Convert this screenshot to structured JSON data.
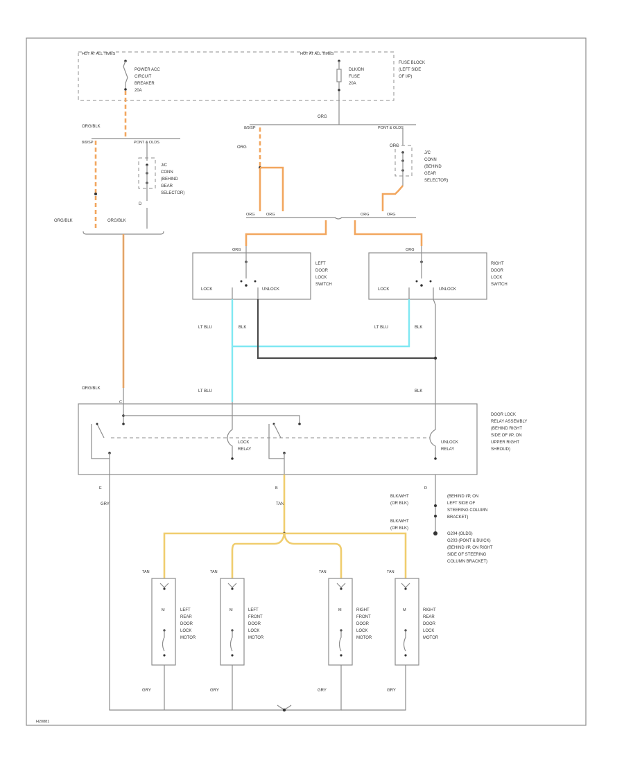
{
  "fuse_block": {
    "hot_left": "HOT AT ALL TIMES",
    "hot_right": "HOT AT ALL TIMES",
    "breaker": [
      "POWER ACC",
      "CIRCUIT",
      "BREAKER",
      "20A"
    ],
    "fuse": [
      "DLK/DN",
      "FUSE",
      "20A"
    ],
    "location": [
      "FUSE BLOCK",
      "(LEFT SIDE",
      "OF I/P)"
    ]
  },
  "left_branch": {
    "wire_orgblk_top": "ORG/BLK",
    "label_8": "8/9/SP",
    "label_pont": "PONT & OLDS",
    "jc": [
      "J/C",
      "CONN",
      "(BEHIND",
      "GEAR",
      "SELECTOR)"
    ],
    "wire_orgblk_left": "ORG/BLK",
    "wire_orgblk_right": "ORG/BLK",
    "pin_d": "D"
  },
  "right_branch": {
    "wire_org_top": "ORG",
    "label_8": "8/9/SP",
    "label_pont": "PONT & OLDS",
    "wire_org_left": "ORG",
    "wire_org_right": "ORG",
    "jc": [
      "J/C",
      "CONN",
      "(BEHIND",
      "GEAR",
      "SELECTOR)"
    ],
    "bus_org_1": "ORG",
    "bus_org_2": "ORG",
    "bus_org_3": "ORG",
    "bus_org_4": "ORG"
  },
  "left_switch": {
    "wire": "ORG",
    "lock": "LOCK",
    "unlock": "UNLOCK",
    "name": [
      "LEFT",
      "DOOR",
      "LOCK",
      "SWITCH"
    ]
  },
  "right_switch": {
    "wire": "ORG",
    "lock": "LOCK",
    "unlock": "UNLOCK",
    "name": [
      "RIGHT",
      "DOOR",
      "LOCK",
      "SWITCH"
    ]
  },
  "wires_mid": {
    "lt_blu_left": "LT BLU",
    "blk_left": "BLK",
    "lt_blu_right": "LT BLU",
    "blk_right": "BLK",
    "org_blk_relay": "ORG/BLK",
    "lt_blu_relay": "LT BLU",
    "blk_relay": "BLK",
    "pin_c": "C"
  },
  "relay": {
    "lock_relay": [
      "LOCK",
      "RELAY"
    ],
    "unlock_relay": [
      "UNLOCK",
      "RELAY"
    ],
    "description": [
      "DOOR LOCK",
      "RELAY ASSEMBLY",
      "(BEHIND RIGHT",
      "SIDE OF I/P, ON",
      "UPPER RIGHT",
      "SHROUD)"
    ],
    "pin_left": "E",
    "pin_mid": "B",
    "pin_right": "D",
    "wire_gry": "GRY",
    "wire_tan": "TAN"
  },
  "ground": {
    "wire1": [
      "BLK/WHT",
      "(OR BLK)"
    ],
    "wire2": [
      "BLK/WHT",
      "(OR BLK)"
    ],
    "note": [
      "(BEHIND I/P, ON",
      "LEFT SIDE OF",
      "STEERING COLUMN",
      "BRACKET)",
      "G204 (OLDS)",
      "G203 (PONT & BUICK)",
      "(BEHIND I/P, ON RIGHT",
      "SIDE OF STEERING",
      "COLUMN BRACKET)"
    ]
  },
  "motors": [
    {
      "wire_top": "TAN",
      "name": [
        "LEFT",
        "REAR",
        "DOOR",
        "LOCK",
        "MOTOR"
      ],
      "wire_bottom": "GRY"
    },
    {
      "wire_top": "TAN",
      "name": [
        "LEFT",
        "FRONT",
        "DOOR",
        "LOCK",
        "MOTOR"
      ],
      "wire_bottom": "GRY"
    },
    {
      "wire_top": "TAN",
      "name": [
        "RIGHT",
        "FRONT",
        "DOOR",
        "LOCK",
        "MOTOR"
      ],
      "wire_bottom": "GRY"
    },
    {
      "wire_top": "TAN",
      "name": [
        "RIGHT",
        "REAR",
        "DOOR",
        "LOCK",
        "MOTOR"
      ],
      "wire_bottom": "GRY"
    }
  ],
  "motor_pin": "M",
  "footer_code": "H20881"
}
